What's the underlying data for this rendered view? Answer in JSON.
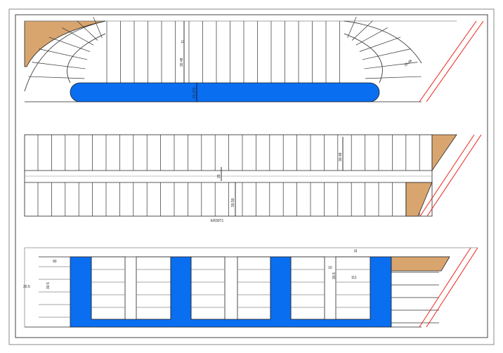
{
  "drawing": {
    "colors": {
      "water": "#0a6ef0",
      "ground": "#d9a56f",
      "red": "#e8241a",
      "line": "#222222",
      "grey": "#888888"
    },
    "section1": {
      "dim_tread": "11",
      "dim_rise": "30.48",
      "dim_band": "21.273",
      "dim_curve": "30.48"
    },
    "section2": {
      "dim_top": "30.48",
      "dim_landing": "25",
      "dim_bottom": "30.50",
      "dim_label": "ER30T1"
    },
    "section3": {
      "dim_width": "90",
      "dim_side": "30.5",
      "dim_left": "30.5",
      "dim_top": "11",
      "dim_gap": "10",
      "dim_inner": "30.5",
      "dim_span": "111"
    }
  }
}
